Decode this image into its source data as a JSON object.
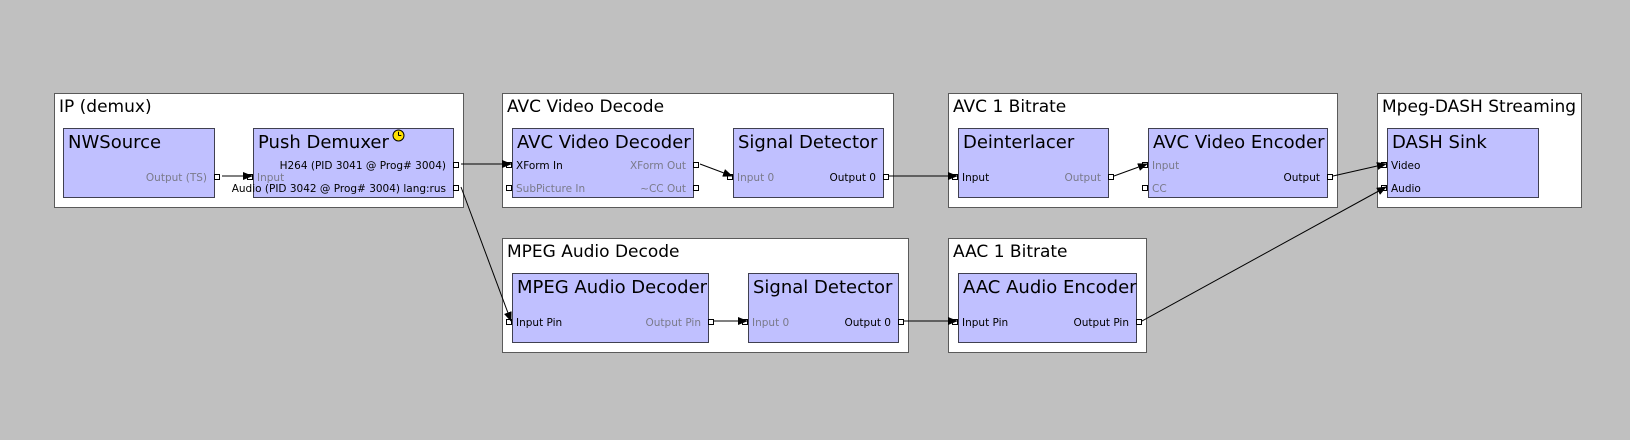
{
  "groups": {
    "ip": {
      "title": "IP (demux)"
    },
    "avc_decode": {
      "title": "AVC Video Decode"
    },
    "avc_bitrate": {
      "title": "AVC 1 Bitrate"
    },
    "dash": {
      "title": "Mpeg-DASH Streaming"
    },
    "mpeg_decode": {
      "title": "MPEG Audio Decode"
    },
    "aac_bitrate": {
      "title": "AAC 1 Bitrate"
    }
  },
  "filters": {
    "nwsource": {
      "title": "NWSource",
      "out0": "Output (TS)"
    },
    "push_demuxer": {
      "title": "Push Demuxer",
      "in0": "Input",
      "out0": "H264 (PID 3041 @ Prog# 3004)",
      "out1": "Audio (PID 3042 @ Prog# 3004) lang:rus"
    },
    "avc_decoder": {
      "title": "AVC Video Decoder",
      "in0": "XForm In",
      "in1": "SubPicture In",
      "out0": "XForm Out",
      "out1": "~CC Out"
    },
    "signal_detector_video": {
      "title": "Signal Detector",
      "in0": "Input 0",
      "out0": "Output 0"
    },
    "deinterlacer": {
      "title": "Deinterlacer",
      "in0": "Input",
      "out0": "Output"
    },
    "avc_encoder": {
      "title": "AVC Video Encoder",
      "in0": "Input",
      "in1": "CC",
      "out0": "Output"
    },
    "dash_sink": {
      "title": "DASH Sink",
      "in0": "Video",
      "in1": "Audio"
    },
    "mpeg_decoder": {
      "title": "MPEG Audio Decoder",
      "in0": "Input Pin",
      "out0": "Output Pin"
    },
    "signal_detector_audio": {
      "title": "Signal Detector",
      "in0": "Input 0",
      "out0": "Output 0"
    },
    "aac_encoder": {
      "title": "AAC Audio Encoder",
      "in0": "Input Pin",
      "out0": "Output Pin"
    }
  },
  "colors": {
    "canvas": "#c0c0c0",
    "group": "#ffffff",
    "filter": "#c0c0ff",
    "wire": "#000000",
    "clock": "#ffe000"
  },
  "icons": {
    "busy": "clock-icon"
  }
}
